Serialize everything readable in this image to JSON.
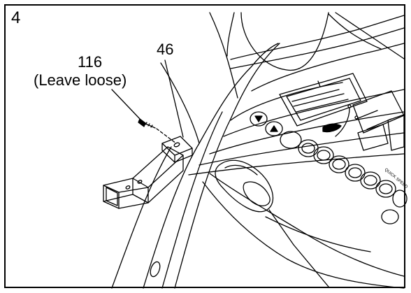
{
  "figure": {
    "step_number": "4",
    "callouts": [
      {
        "part": "116",
        "note": "(Leave loose)"
      },
      {
        "part": "46"
      }
    ],
    "console_text": "QUICK SPEED"
  },
  "colors": {
    "line": "#000000",
    "background": "#ffffff"
  },
  "icons": [
    "screw-icon",
    "arrow-up-button-icon",
    "arrow-down-button-icon"
  ]
}
